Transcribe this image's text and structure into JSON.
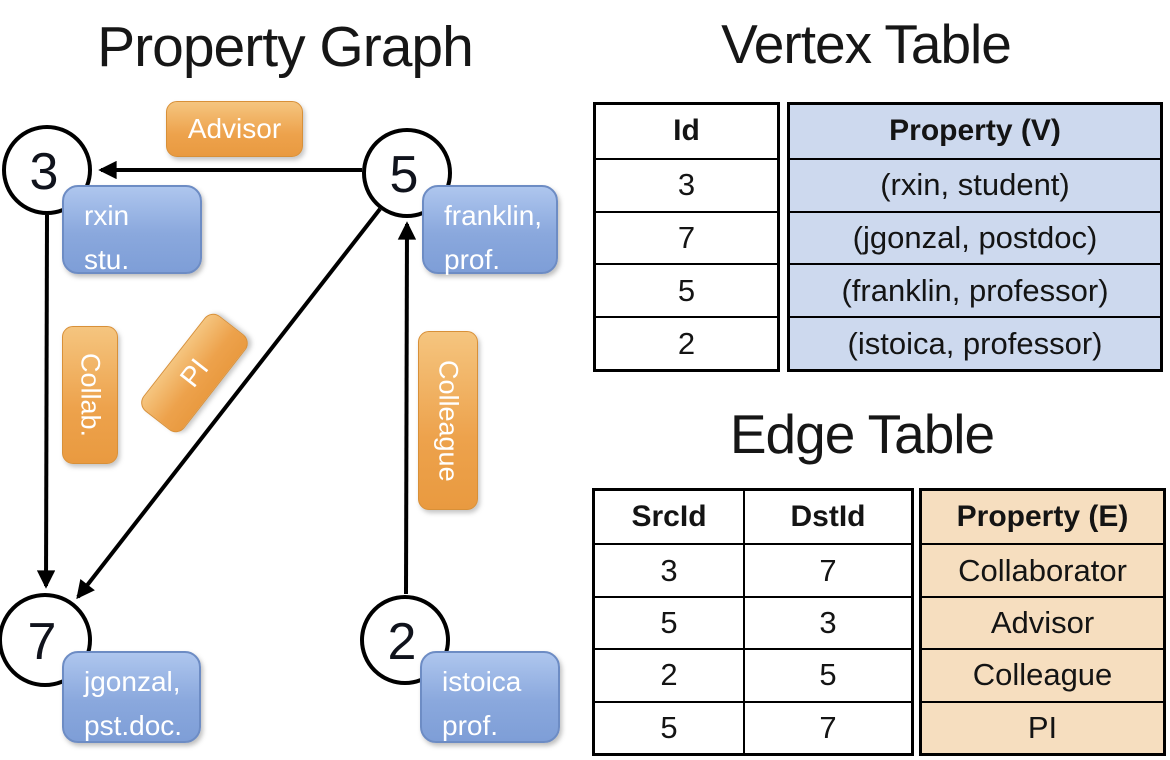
{
  "colors": {
    "background": "#ffffff",
    "node_fill": "#ffffff",
    "node_border": "#000000",
    "vertex_label_gradient_top": "#aec6ee",
    "vertex_label_gradient_bottom": "#7e9ed7",
    "vertex_label_border": "#6d8cc4",
    "edge_label_gradient_top": "#f5c57f",
    "edge_label_gradient_bottom": "#e99a40",
    "edge_label_border": "#d89038",
    "vertex_table_fill": "#cdd9ee",
    "edge_table_fill": "#f6debf",
    "table_border": "#000000",
    "arrow": "#000000",
    "label_text": "#ffffff",
    "text": "#141414"
  },
  "graph": {
    "title": "Property Graph",
    "nodes": [
      {
        "id": "3"
      },
      {
        "id": "5"
      },
      {
        "id": "7"
      },
      {
        "id": "2"
      }
    ],
    "vertex_labels": [
      {
        "line1": "rxin",
        "line2": "stu."
      },
      {
        "line1": "franklin,",
        "line2": "prof."
      },
      {
        "line1": "jgonzal,",
        "line2": "pst.doc."
      },
      {
        "line1": "istoica",
        "line2": "prof."
      }
    ],
    "edge_labels": {
      "advisor": "Advisor",
      "collab": "Collab.",
      "pi": "PI",
      "colleague": "Colleague"
    },
    "edges": [
      {
        "from": "5",
        "to": "3",
        "label": "Advisor"
      },
      {
        "from": "3",
        "to": "7",
        "label": "Collab."
      },
      {
        "from": "5",
        "to": "7",
        "label": "PI"
      },
      {
        "from": "2",
        "to": "5",
        "label": "Colleague"
      }
    ]
  },
  "vertex_table": {
    "title": "Vertex Table",
    "columns": {
      "id": "Id",
      "property": "Property (V)"
    },
    "rows": [
      {
        "id": "3",
        "property": "(rxin, student)"
      },
      {
        "id": "7",
        "property": "(jgonzal, postdoc)"
      },
      {
        "id": "5",
        "property": "(franklin, professor)"
      },
      {
        "id": "2",
        "property": "(istoica, professor)"
      }
    ]
  },
  "edge_table": {
    "title": "Edge Table",
    "columns": {
      "src": "SrcId",
      "dst": "DstId",
      "property": "Property (E)"
    },
    "rows": [
      {
        "src": "3",
        "dst": "7",
        "property": "Collaborator"
      },
      {
        "src": "5",
        "dst": "3",
        "property": "Advisor"
      },
      {
        "src": "2",
        "dst": "5",
        "property": "Colleague"
      },
      {
        "src": "5",
        "dst": "7",
        "property": "PI"
      }
    ]
  }
}
